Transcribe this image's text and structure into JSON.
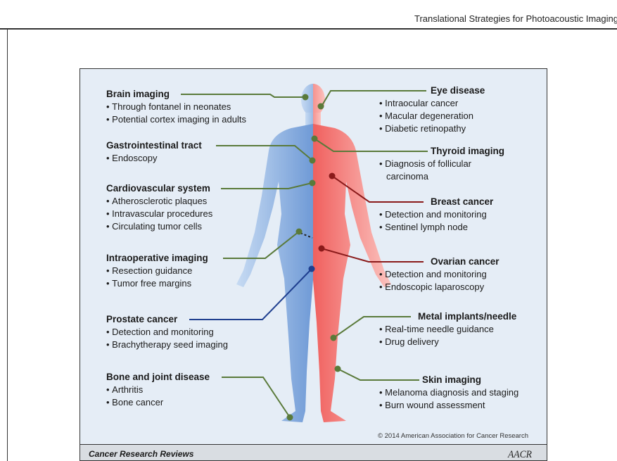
{
  "header": {
    "running_title": "Translational Strategies for Photoacoustic Imaging"
  },
  "figure": {
    "left_labels": [
      {
        "title": "Brain imaging",
        "items": [
          "Through fontanel in neonates",
          "Potential cortex imaging in adults"
        ]
      },
      {
        "title": "Gastrointestinal tract",
        "items": [
          "Endoscopy"
        ]
      },
      {
        "title": "Cardiovascular system",
        "items": [
          "Atherosclerotic plaques",
          "Intravascular procedures",
          "Circulating tumor cells"
        ]
      },
      {
        "title": "Intraoperative imaging",
        "items": [
          "Resection guidance",
          "Tumor free margins"
        ]
      },
      {
        "title": "Prostate cancer",
        "items": [
          "Detection and monitoring",
          "Brachytherapy seed imaging"
        ]
      },
      {
        "title": "Bone and joint disease",
        "items": [
          "Arthritis",
          "Bone cancer"
        ]
      }
    ],
    "right_labels": [
      {
        "title": "Eye disease",
        "items": [
          "Intraocular cancer",
          "Macular degeneration",
          "Diabetic retinopathy"
        ]
      },
      {
        "title": "Thyroid imaging",
        "items": [
          "Diagnosis of follicular",
          "carcinoma"
        ]
      },
      {
        "title": "Breast cancer",
        "items": [
          "Detection and monitoring",
          "Sentinel lymph node"
        ]
      },
      {
        "title": "Ovarian cancer",
        "items": [
          "Detection and monitoring",
          "Endoscopic laparoscopy"
        ]
      },
      {
        "title": "Metal implants/needle",
        "items": [
          "Real-time needle guidance",
          "Drug delivery"
        ]
      },
      {
        "title": "Skin imaging",
        "items": [
          "Melanoma diagnosis and staging",
          "Burn wound assessment"
        ]
      }
    ],
    "copyright": "© 2014 American Association for Cancer Research",
    "colors": {
      "green_line": "#5a7a3a",
      "dark_red_line": "#8a1a1a",
      "blue_line": "#1f3f8f",
      "body_blue": "#8fb4e6",
      "body_red": "#f4817f",
      "panel_bg": "#e5edf6"
    }
  },
  "footer": {
    "journal": "Cancer Research Reviews",
    "logo_text": "AACR"
  }
}
